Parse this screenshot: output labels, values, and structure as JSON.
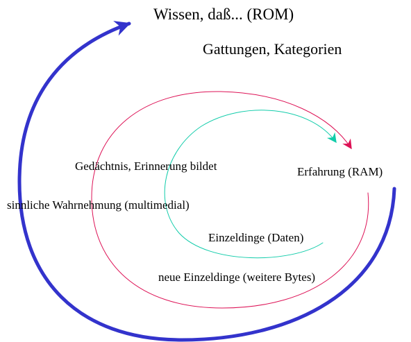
{
  "labels": {
    "rom": "Wissen, daß... (ROM)",
    "categories": "Gattungen, Kategorien",
    "memory": "Gedächtnis, Erinnerung bildet",
    "experience": "Erfahrung (RAM)",
    "perception": "sinnliche Wahrnehmung (multimedial)",
    "data": "Einzeldinge (Daten)",
    "new_items": "neue Einzeldinge (weitere Bytes)"
  },
  "colors": {
    "outer_spiral": "#3333cc",
    "middle_spiral": "#dd1155",
    "inner_spiral": "#11ccaa",
    "text": "#000000"
  }
}
